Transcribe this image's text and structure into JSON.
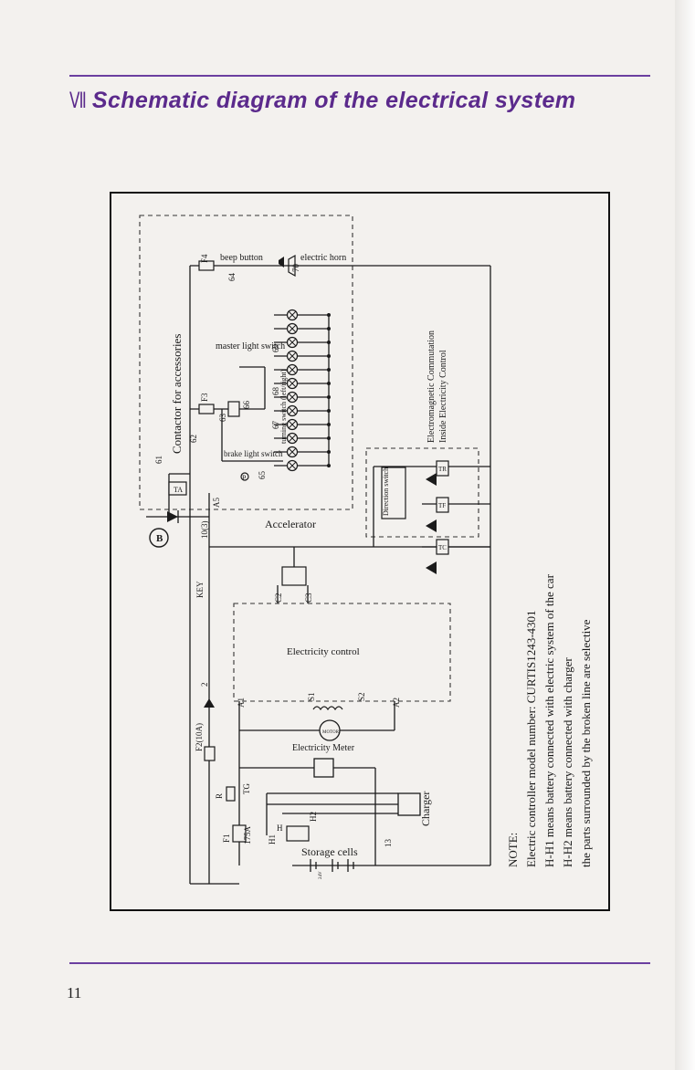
{
  "colors": {
    "accent": "#5b2a8c",
    "rule": "#6b3fa0",
    "ink": "#1b1b1b"
  },
  "heading": {
    "numeral": "Ⅶ",
    "title": "Schematic diagram of the electrical system"
  },
  "page_number": "11",
  "diagram": {
    "labels": {
      "beep_button": "beep button",
      "electric_horn": "electric horn",
      "master_light_switch": "master light switch",
      "turning_switch": "turning switch (left/right)",
      "brake_light_switch": "brake light switch",
      "contactor": "Contactor for accessories",
      "em_commutation": "Electromagnetic Commutation",
      "inside_control": "Inside Electricity Control",
      "direction_switch": "Direction switch",
      "accelerator": "Accelerator",
      "key": "KEY",
      "electricity_control": "Electricity control",
      "electricity_meter": "Electricity Meter",
      "charger": "Charger",
      "storage_cells": "Storage cells",
      "motor": "MOTOR",
      "battery_b": "B",
      "pedal_p": "P",
      "fuse_f4": "F4",
      "fuse_f3": "F3",
      "fuse_f2": "F2(10A)",
      "fuse_f1": "F1",
      "fuse_f1_rating": "175A",
      "resistor_r": "R",
      "tg_label": "TG",
      "ta_label": "TA",
      "tr_label": "TR",
      "tf_label": "TF",
      "tc_label": "TC",
      "terminal_a1": "A1",
      "terminal_a2": "A2",
      "terminal_a5": "A5",
      "terminal_s1": "S1",
      "terminal_s2": "S2",
      "terminal_c2": "C2",
      "terminal_c3": "C3",
      "terminal_h": "H",
      "terminal_h1": "H1",
      "terminal_h2": "H2",
      "wire_70": "70",
      "wire_64": "64",
      "wire_69": "69",
      "wire_68": "68",
      "wire_66": "66",
      "wire_67": "67",
      "wire_63": "63",
      "wire_62": "62",
      "wire_65": "65",
      "wire_61": "61",
      "wire_10_3": "10(3)",
      "wire_2": "2",
      "wire_13": "13",
      "cells_voltage": "24V"
    },
    "note": {
      "title": "NOTE:",
      "lines": [
        "Electric controller model number: CURTIS1243-4301",
        "H-H1 means battery connected with electric system of the car",
        "H-H2 means battery connected with charger",
        "the parts surrounded by the broken line are selective"
      ]
    }
  }
}
